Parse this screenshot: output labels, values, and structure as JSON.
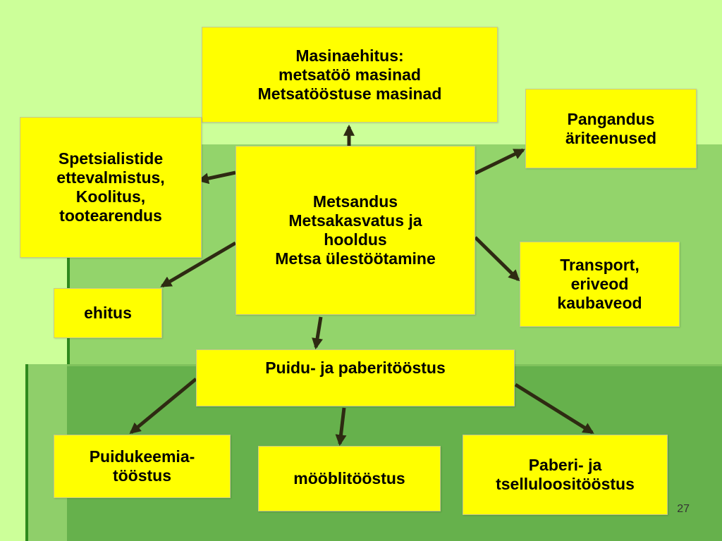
{
  "colors": {
    "background": "#ccff99",
    "box_fill": "#ffff00",
    "arrow": "#2e2a12"
  },
  "boxes": {
    "center": {
      "lines": [
        "Metsandus",
        "Metsakasvatus ja",
        "hooldus",
        "Metsa ülestöötamine"
      ]
    },
    "machinery": {
      "lines": [
        "Masinaehitus:",
        "metsatöö masinad",
        "Metsatööstuse masinad"
      ]
    },
    "specialists": {
      "lines": [
        "Spetsialistide",
        "ettevalmistus,",
        "Koolitus,",
        "tootearendus"
      ]
    },
    "banking": {
      "lines": [
        "Pangandus",
        "äriteenused"
      ]
    },
    "transport": {
      "lines": [
        "Transport,",
        "eriveod",
        "kaubaveod"
      ]
    },
    "construction": {
      "lines": [
        "ehitus"
      ]
    },
    "wood_paper": {
      "lines": [
        "Puidu- ja paberitööstus"
      ]
    },
    "wood_chemistry": {
      "lines": [
        "Puidukeemia-",
        "tööstus"
      ]
    },
    "furniture": {
      "lines": [
        "mööblitööstus"
      ]
    },
    "paper_cellulose": {
      "lines": [
        "Paberi- ja",
        "tselluloositööstus"
      ]
    }
  },
  "page_number": "27"
}
